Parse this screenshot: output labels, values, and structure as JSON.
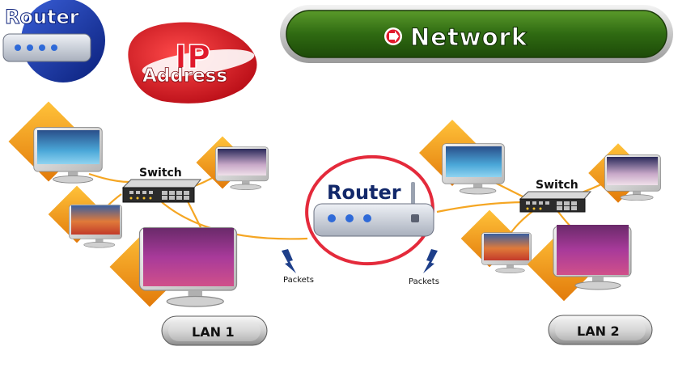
{
  "header": {
    "logo_label": "Router",
    "ip_line1": "IP",
    "ip_line2": "Address",
    "banner_label": "Network"
  },
  "diagram": {
    "router_label": "Router",
    "switch_left_label": "Switch",
    "switch_right_label": "Switch",
    "packets_left_label": "Packets",
    "packets_right_label": "Packets",
    "lan1_label": "LAN 1",
    "lan2_label": "LAN 2"
  },
  "colors": {
    "banner_green": "#2f6a12",
    "accent_red": "#e01a2c",
    "cable_orange": "#f5a623",
    "router_ring": "#e42a3b",
    "router_body": "#c9ced8",
    "router_leds": "#2f6ad8"
  }
}
